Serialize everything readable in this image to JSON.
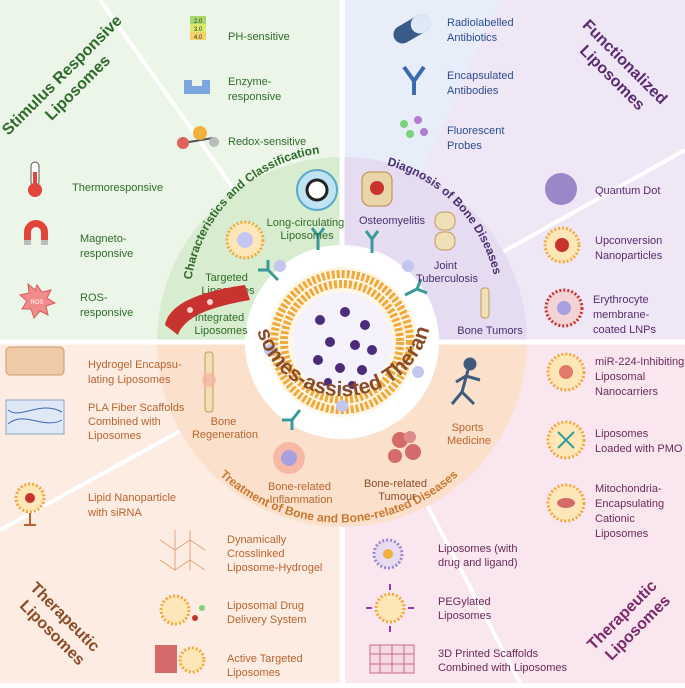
{
  "colors": {
    "green_bg": "#eaf5e6",
    "green_text": "#2e6b2a",
    "blue_bg": "#e7eef9",
    "blue_text": "#2a4d8f",
    "purple_bg": "#f1e6f4",
    "purple_text": "#5a2a6e",
    "orange_bg": "#fdebe0",
    "orange_text": "#b8642e",
    "pink_bg": "#fbe5ee",
    "brown_text": "#8a4b28",
    "peach_bg": "#fdeee6"
  },
  "sections": {
    "stimulus": {
      "title_line1": "Stimulus Responsive",
      "title_line2": "Liposomes",
      "items": [
        "PH-sensitive",
        "Enzyme-",
        "responsive",
        "Redox-sensitive",
        "Thermoresponsive",
        "Magneto-",
        "responsive",
        "ROS-",
        "responsive"
      ],
      "ph_scale": [
        "2.0",
        "3.0",
        "4.0"
      ],
      "ros_badge": "ROS"
    },
    "functionalized": {
      "title_line1": "Functionalized",
      "title_line2": "Liposomes",
      "items": [
        "Radiolabelled",
        "Antibiotics",
        "Encapsulated",
        "Antibodies",
        "Fluorescent",
        "Probes",
        "Quantum Dot",
        "Upconversion",
        "Nanoparticles",
        "Erythrocyte",
        "membrane-",
        "coated LNPs"
      ]
    },
    "therapeutic_right": {
      "title_line1": "Therapeutic",
      "title_line2": "Liposomes",
      "items": [
        "miR-224-Inhibiting",
        "Liposomal",
        "Nanocarriers",
        "Liposomes",
        "Loaded with PMO",
        "Mitochondria-",
        "Encapsulating",
        "Cationic",
        "Liposomes",
        "Liposomes (with",
        "drug and ligand)",
        "PEGylated",
        "Liposomes",
        "3D Printed Scaffolds",
        "Combined with Liposomes"
      ]
    },
    "therapeutic_left": {
      "title_line1": "Therapeutic",
      "title_line2": "Liposomes",
      "items": [
        "Hydrogel Encapsu-",
        "lating Liposomes",
        "PLA Fiber Scaffolds",
        "Combined with",
        "Liposomes",
        "Lipid Nanoparticle",
        "with siRNA",
        "Dynamically",
        "Crosslinked",
        "Liposome-Hydrogel",
        "Liposomal Drug",
        "Delivery System",
        "Active Targeted",
        "Liposomes"
      ]
    }
  },
  "inner": {
    "center_title": "Liposomes-assisted Theranosis",
    "q1_title": "Characteristics and Classification",
    "q1_items": [
      "Long-circulating",
      "Liposomes",
      "Targeted",
      "Liposomes",
      "Integrated",
      "Liposomes"
    ],
    "q2_title": "Diagnosis of Bone Diseases",
    "q2_items": [
      "Osteomyelitis",
      "Joint",
      "Tuberculosis",
      "Bone Tumors"
    ],
    "q3_title": "Treatment of Bone and Bone-related Diseases",
    "q3_items": [
      "Bone",
      "Regeneration",
      "Bone-related",
      "Inflammation",
      "Bone-related",
      "Tumour",
      "Sports",
      "Medicine"
    ]
  }
}
